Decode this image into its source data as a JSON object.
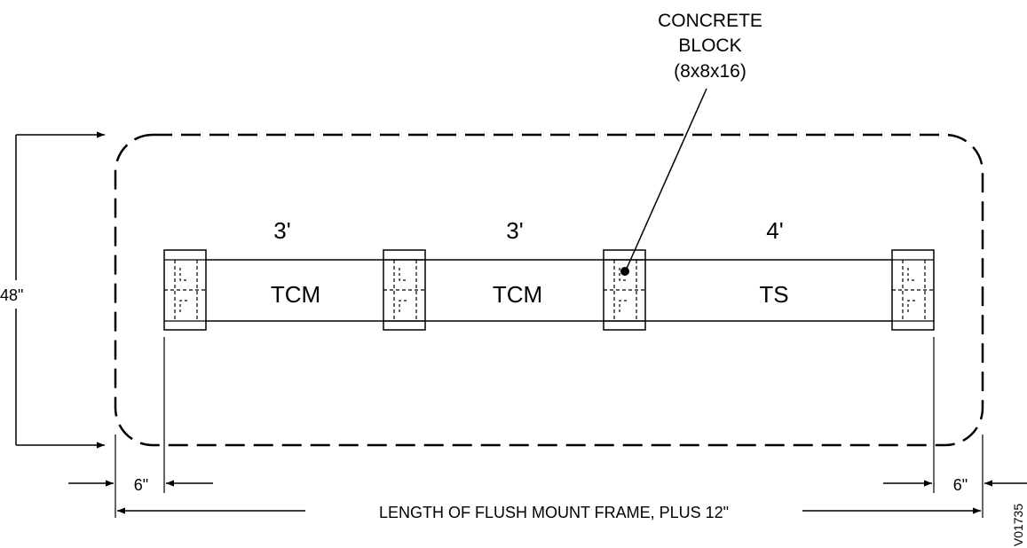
{
  "callout": {
    "line1": "CONCRETE",
    "line2": "BLOCK",
    "line3": "(8x8x16)"
  },
  "spans": [
    {
      "length": "3'",
      "type": "TCM"
    },
    {
      "length": "3'",
      "type": "TCM"
    },
    {
      "length": "4'",
      "type": "TS"
    }
  ],
  "dimensions": {
    "height": "48\"",
    "left_offset": "6\"",
    "right_offset": "6\"",
    "overall_length": "LENGTH OF FLUSH MOUNT FRAME, PLUS 12\""
  },
  "drawing_id": "V01735"
}
